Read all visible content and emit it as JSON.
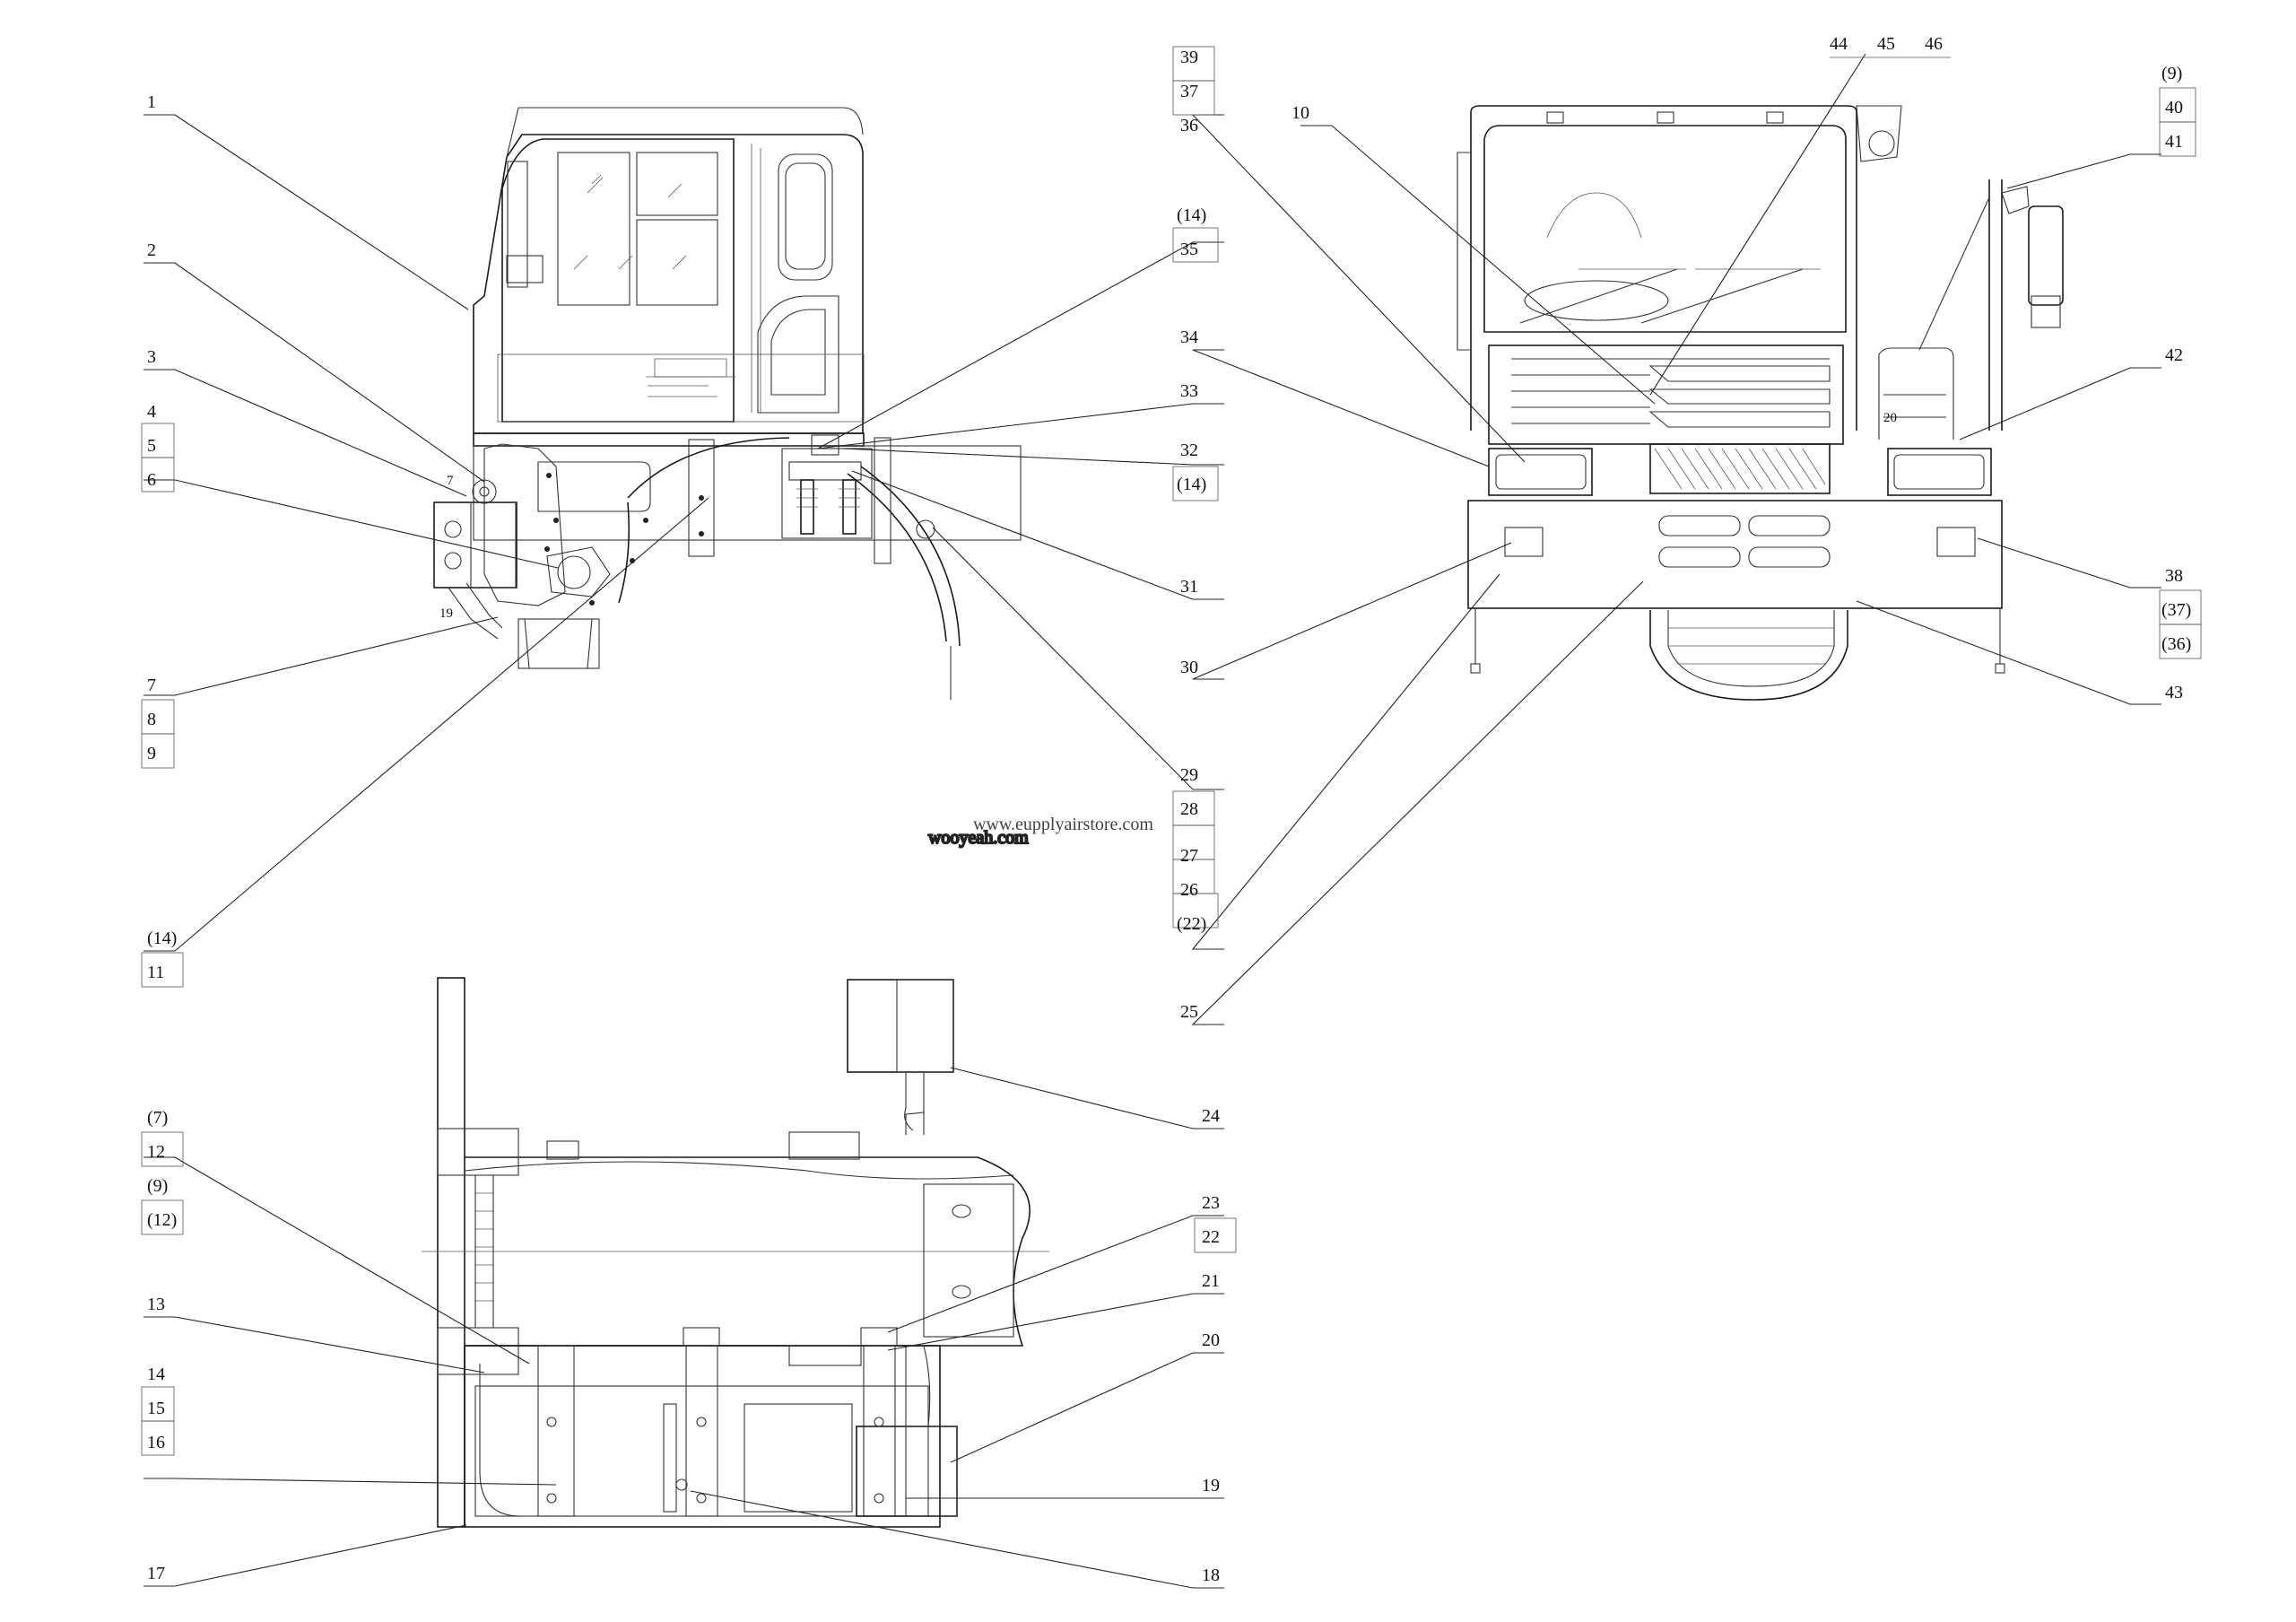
{
  "watermarks": {
    "primary": "wooyeah.com",
    "secondary": "www.eupplyairstore.com"
  },
  "callouts": [
    {
      "id": "c1",
      "lines": [
        "1"
      ]
    },
    {
      "id": "c2",
      "lines": [
        "2"
      ]
    },
    {
      "id": "c3",
      "lines": [
        "3"
      ]
    },
    {
      "id": "c4",
      "lines": [
        "4",
        "5",
        "6"
      ]
    },
    {
      "id": "c7",
      "lines": [
        "7",
        "8",
        "9"
      ]
    },
    {
      "id": "c11",
      "lines": [
        "(14)",
        "11"
      ]
    },
    {
      "id": "c39",
      "lines": [
        "39",
        "37",
        "36"
      ]
    },
    {
      "id": "c35",
      "lines": [
        "(14)",
        "35"
      ]
    },
    {
      "id": "c34",
      "lines": [
        "34"
      ]
    },
    {
      "id": "c33",
      "lines": [
        "33"
      ]
    },
    {
      "id": "c32",
      "lines": [
        "32",
        "(14)"
      ]
    },
    {
      "id": "c31",
      "lines": [
        "31"
      ]
    },
    {
      "id": "c30",
      "lines": [
        "30"
      ]
    },
    {
      "id": "c29",
      "lines": [
        "29",
        "28",
        "27",
        "26",
        "(22)"
      ]
    },
    {
      "id": "c25",
      "lines": [
        "25"
      ]
    },
    {
      "id": "c10",
      "lines": [
        "10"
      ]
    },
    {
      "id": "c44",
      "lines": [
        "44",
        "45",
        "46"
      ]
    },
    {
      "id": "c9r",
      "lines": [
        "(9)",
        "40",
        "41"
      ]
    },
    {
      "id": "c42",
      "lines": [
        "42"
      ]
    },
    {
      "id": "c38",
      "lines": [
        "38",
        "(37)",
        "(36)"
      ]
    },
    {
      "id": "c43",
      "lines": [
        "43"
      ]
    },
    {
      "id": "c12",
      "lines": [
        "(7)",
        "12",
        "(9)",
        "(12)"
      ]
    },
    {
      "id": "c13",
      "lines": [
        "13"
      ]
    },
    {
      "id": "c14b",
      "lines": [
        "14",
        "15",
        "16"
      ]
    },
    {
      "id": "c17",
      "lines": [
        "17"
      ]
    },
    {
      "id": "c24",
      "lines": [
        "24"
      ]
    },
    {
      "id": "c23",
      "lines": [
        "23",
        "22"
      ]
    },
    {
      "id": "c21",
      "lines": [
        "21"
      ]
    },
    {
      "id": "c20",
      "lines": [
        "20"
      ]
    },
    {
      "id": "c19",
      "lines": [
        "19"
      ]
    },
    {
      "id": "c18",
      "lines": [
        "18"
      ]
    }
  ],
  "inline_labels": {
    "small_7": "7",
    "small_19": "19",
    "small_20": "20"
  }
}
